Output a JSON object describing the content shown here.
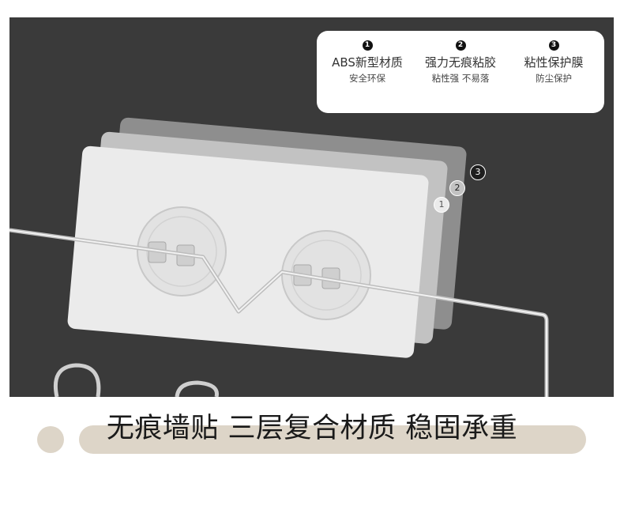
{
  "features": [
    {
      "num": "1",
      "title": "ABS新型材质",
      "sub": "安全环保"
    },
    {
      "num": "2",
      "title": "强力无痕粘胶",
      "sub": "粘性强  不易落"
    },
    {
      "num": "3",
      "title": "粘性保护膜",
      "sub": "防尘保护"
    }
  ],
  "layers": [
    "1",
    "2",
    "3"
  ],
  "headline": "无痕墙贴 三层复合材质 稳固承重",
  "colors": {
    "background": "#3a3a3a",
    "banner": "#ddd5c8",
    "layer1": "#e6e6e6",
    "layer2": "#c2c2c2",
    "layer3": "#8e8e8e"
  }
}
